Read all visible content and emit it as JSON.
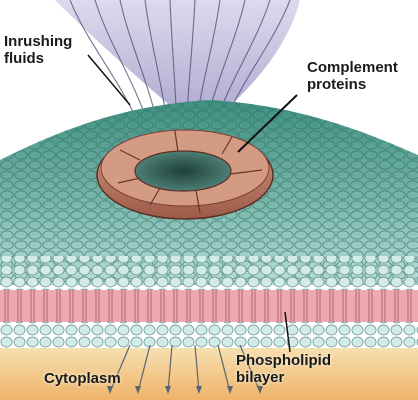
{
  "labels": {
    "inrushing_fluids": "Inrushing\nfluids",
    "complement_proteins": "Complement\nproteins",
    "cytoplasm": "Cytoplasm",
    "phospholipid_bilayer": "Phospholipid\nbilayer"
  },
  "colors": {
    "fluid_plume": "#b9b5d6",
    "membrane_top": "#4f9d8a",
    "membrane_mid": "#a9d3cf",
    "lipid_head": "#cfe7e4",
    "lipid_tail_band": "#e9a0a5",
    "cytoplasm": "#f2c98a",
    "pore_protein": "#c98a72"
  }
}
